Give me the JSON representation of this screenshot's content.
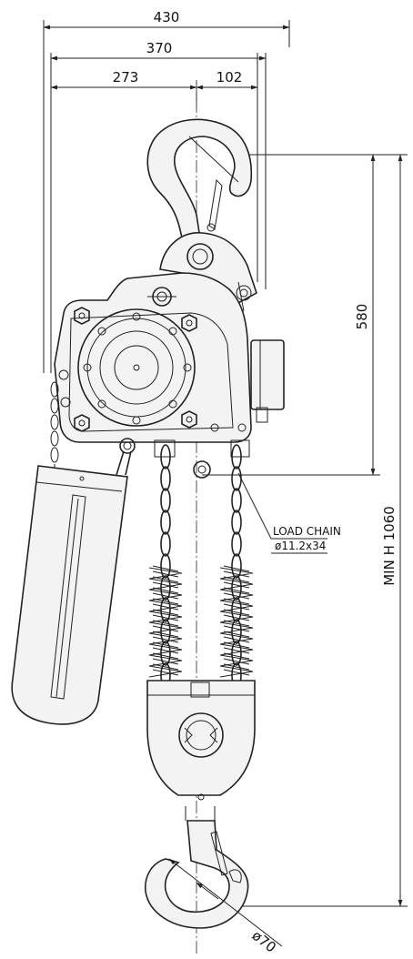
{
  "dimensions": {
    "overall_width": "430",
    "width_to_hook_side": "370",
    "left_offset": "273",
    "right_offset": "102",
    "top_hook_height": "580",
    "min_headroom": "MIN H 1060",
    "hook_diameter": "ø70"
  },
  "labels": {
    "load_chain_title": "LOAD CHAIN",
    "load_chain_spec": "ø11.2x34"
  }
}
